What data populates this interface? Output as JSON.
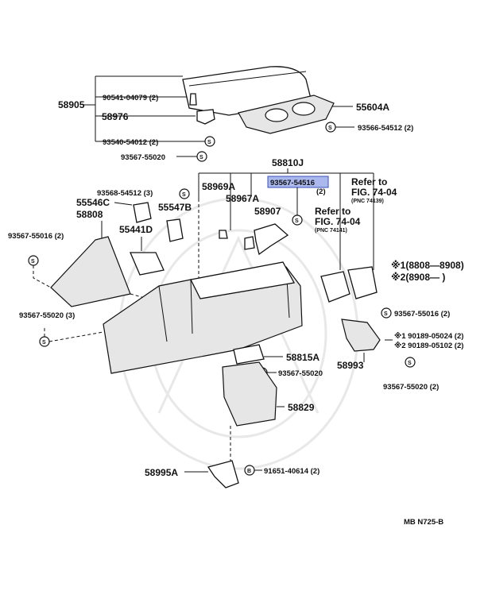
{
  "labels": {
    "p58905": "58905",
    "p90541": "90541-04079 (2)",
    "p58976": "58976",
    "p93540": "93540-54012 (2)",
    "p55604A": "55604A",
    "p93566a": "93566-54512 (2)",
    "p93567_top": "93567-55020",
    "p58810J": "58810J",
    "p58969A": "58969A",
    "p93567_54516": "93567-54516",
    "p93567_54516_qty": "(2)",
    "refer1": "Refer to",
    "refer1_fig": "FIG. 74-04",
    "refer1_pnc": "(PNC 74139)",
    "p93568": "93568-54512 (3)",
    "p55546C": "55546C",
    "p58967A": "58967A",
    "p58808": "58808",
    "p55547B": "55547B",
    "p58907": "58907",
    "refer2": "Refer to",
    "refer2_fig": "FIG. 74-04",
    "refer2_pnc": "(PNC 74141)",
    "p93567_55016_left": "93567-55016 (2)",
    "p55441D": "55441D",
    "note1": "※1(8808—8908)",
    "note2": "※2(8908—        )",
    "p93567_55020_3": "93567-55020 (3)",
    "p93567_55016_right": "93567-55016 (2)",
    "p90189a": "※1 90189-05024 (2)",
    "p90189b": "※2 90189-05102 (2)",
    "p58815A": "58815A",
    "p58993": "58993",
    "p93567_55020_mid": "93567-55020",
    "p93567_55020_right": "93567-55020 (2)",
    "p58829": "58829",
    "p58995A": "58995A",
    "p91651": "91651-40614 (2)",
    "footer": "MB  N725-B"
  },
  "highlight_color": "#aab8ee",
  "symbols": {
    "screw": "S",
    "bolt": "B"
  }
}
